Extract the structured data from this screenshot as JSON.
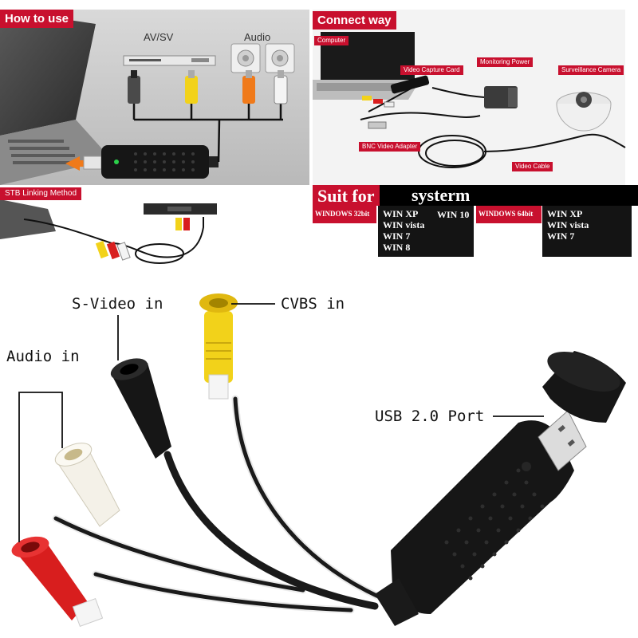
{
  "how_to_use": {
    "title": "How to use",
    "av_sv_label": "AV/SV",
    "audio_label": "Audio",
    "stb_linking_label": "STB Linking Method"
  },
  "connect_way": {
    "title": "Connect way",
    "computer_label": "Computer",
    "capture_card_label": "Video Capture Card",
    "monitoring_power_label": "Monitoring Power",
    "surveillance_camera_label": "Surveillance Camera",
    "bnc_adapter_label": "BNC Video Adapter",
    "video_cable_label": "Video Cable"
  },
  "suit_for": {
    "title_red": "Suit for",
    "title_black": "systerm",
    "win32_label": "WINDOWS 32bit",
    "win32_list": [
      "WIN XP",
      "WIN vista",
      "WIN 7",
      "WIN 8"
    ],
    "win10_label": "WIN 10",
    "win64_label": "WINDOWS 64bit",
    "win64_list": [
      "WIN XP",
      "WIN vista",
      "WIN 7"
    ]
  },
  "product": {
    "svideo_label": "S-Video in",
    "cvbs_label": "CVBS in",
    "audio_label": "Audio in",
    "usb_label": "USB 2.0 Port"
  },
  "colors": {
    "accent_red": "#c8102e",
    "connector_yellow": "#f2d21a",
    "connector_red": "#d81e1e",
    "connector_white": "#f4f1e8",
    "device_black": "#161616"
  }
}
